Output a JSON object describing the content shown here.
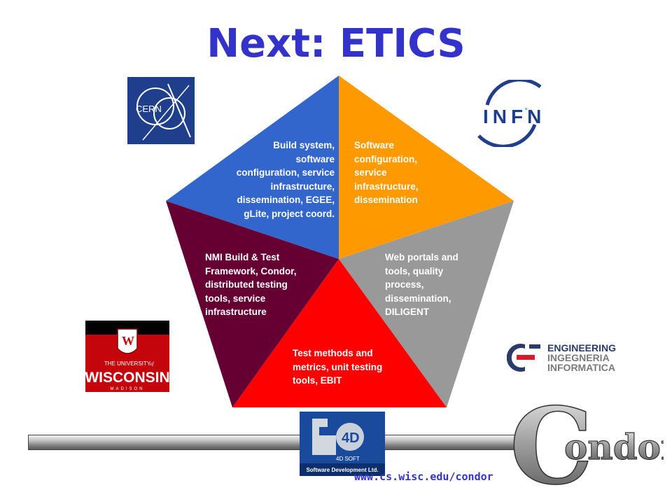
{
  "slide": {
    "title": "Next: ETICS",
    "url": "www.cs.wisc.edu/condor"
  },
  "pentagon": {
    "segments": [
      {
        "id": "cern",
        "color": "#3366cc",
        "text": "Build system,\nsoftware\nconfiguration, service\ninfrastructure,\ndissemination, EGEE,\ngLite, project coord."
      },
      {
        "id": "infn",
        "color": "#ff9900",
        "text": "Software\nconfiguration,\nservice\ninfrastructure,\ndissemination"
      },
      {
        "id": "engineering",
        "color": "#999999",
        "text": "Web portals and\ntools, quality\nprocess,\ndissemination,\nDILIGENT"
      },
      {
        "id": "4dsoft",
        "color": "#ff0000",
        "text": "Test methods and\nmetrics, unit testing\ntools, EBIT"
      },
      {
        "id": "wisconsin",
        "color": "#660033",
        "text": "NMI Build & Test\nFramework, Condor,\ndistributed testing\ntools, service\ninfrastructure"
      }
    ]
  },
  "logos": {
    "cern": {
      "text": "CERN",
      "color": "#1f3f8c"
    },
    "infn": {
      "text": "INFN",
      "color": "#1f3f8c",
      "accent": "#66ccff"
    },
    "wisconsin": {
      "line1": "THE UNIVERSITY",
      "line2": "of",
      "line3": "WISCONSIN",
      "line4": "MADISON",
      "color": "#c5050c"
    },
    "engineering": {
      "line1": "ENGINEERING",
      "line2": "INGEGNERIA",
      "line3": "INFORMATICA",
      "color": "#2a3a6b",
      "accent": "#d7192b"
    },
    "foursoft": {
      "line1": "4D SOFT",
      "line2": "Software Development Ltd.",
      "color": "#1a4a9c"
    },
    "condor": {
      "big": "C",
      "rest": "ondor",
      "color": "#a8a8a8"
    }
  }
}
